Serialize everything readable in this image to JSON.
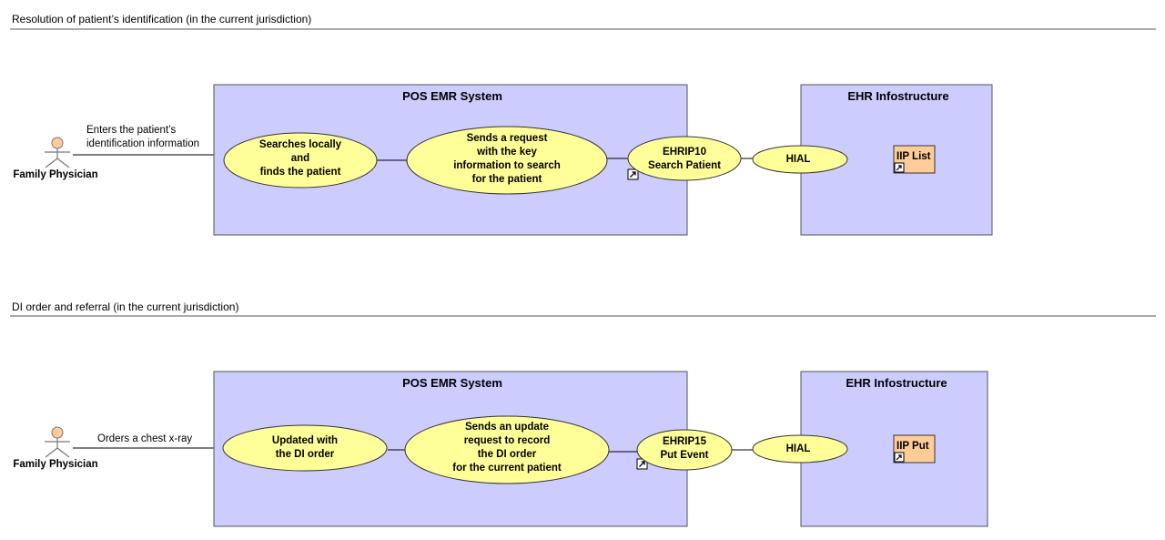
{
  "colors": {
    "system_fill": "#ccccff",
    "usecase_fill": "#ffff99",
    "artifact_fill": "#ffcc99",
    "actor_head_fill": "#ffcc99"
  },
  "sections": [
    {
      "title": "Resolution of patient’s identification (in the current jurisdiction)",
      "actor": "Family Physician",
      "actor_message": [
        "Enters the patient’s",
        "identification information"
      ],
      "emr_system": {
        "title": "POS EMR System",
        "usecase1": [
          "Searches locally",
          "and",
          "finds the patient"
        ],
        "usecase2": [
          "Sends a request",
          "with the key",
          "information to search",
          "for the patient"
        ],
        "interaction": [
          "EHRIP10",
          "Search Patient"
        ]
      },
      "ehr": {
        "title": "EHR Infostructure",
        "hial": "HIAL",
        "artifact": "IIP List"
      }
    },
    {
      "title": "DI order and referral (in the current jurisdiction)",
      "actor": "Family Physician",
      "actor_message": [
        "Orders a chest x-ray"
      ],
      "emr_system": {
        "title": "POS EMR System",
        "usecase1": [
          "Updated with",
          "the DI order"
        ],
        "usecase2": [
          "Sends an update",
          "request to record",
          "the DI order",
          "for the current patient"
        ],
        "interaction": [
          "EHRIP15",
          "Put Event"
        ]
      },
      "ehr": {
        "title": "EHR Infostructure",
        "hial": "HIAL",
        "artifact": "IIP Put"
      }
    }
  ]
}
